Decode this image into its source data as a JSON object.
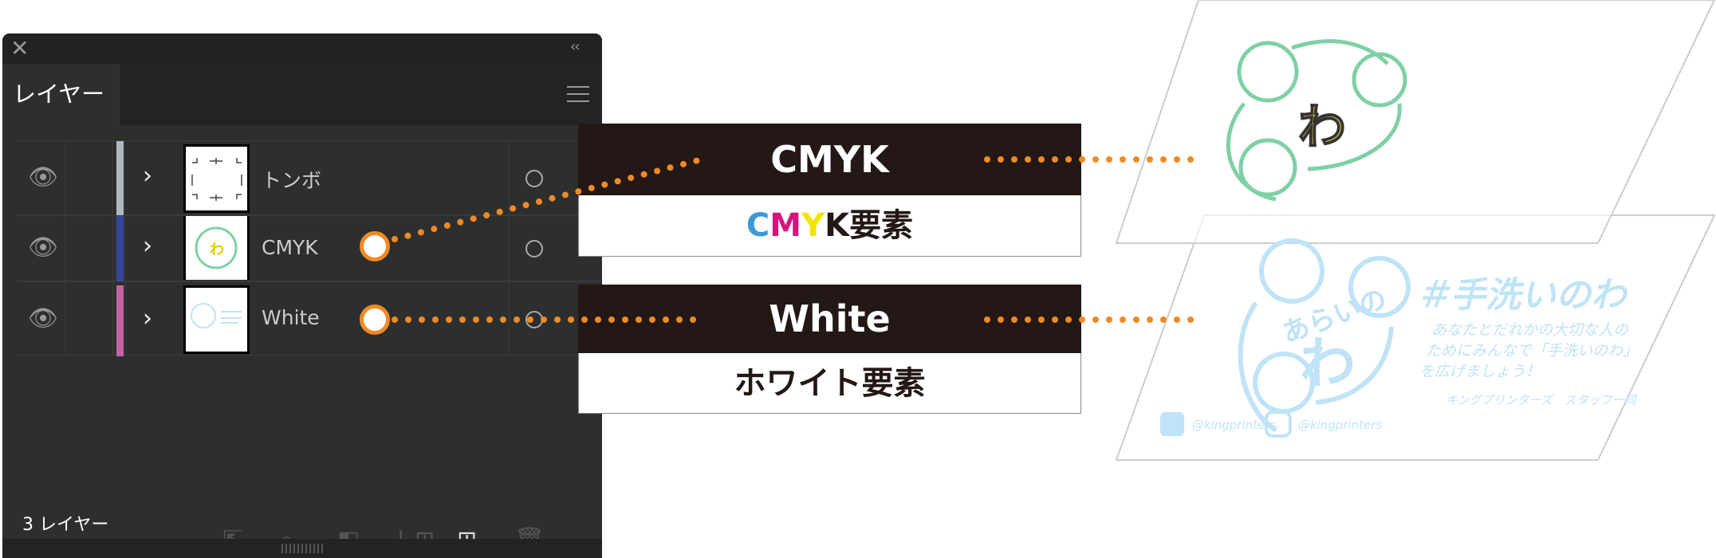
{
  "panel": {
    "tab_label": "レイヤー",
    "footer_count": "3 レイヤー",
    "layers": [
      {
        "name": "トンボ",
        "color": "#b1b8c3"
      },
      {
        "name": "CMYK",
        "color": "#33479a"
      },
      {
        "name": "White",
        "color": "#c562a3"
      }
    ]
  },
  "labels": {
    "cmyk": {
      "title": "CMYK",
      "sub_c": "C",
      "sub_m": "M",
      "sub_y": "Y",
      "sub_k": "K",
      "sub_rest": "要素"
    },
    "white": {
      "title": "White",
      "sub": "ホワイト要素"
    }
  },
  "artwork": {
    "cmyk_glyph": "わ",
    "white": {
      "hashtag": "＃手洗いのわ",
      "line1": "あなたとだれかの大切な人の",
      "line2": "ためにみんなで「手洗いのわ」",
      "line3": "を広げましょう！",
      "credit": "キングプリンターズ　スタッフ一同",
      "logo_top": "あらいの",
      "logo_main": "わ",
      "twitter": "@kingprinters",
      "instagram": "@kingprinters"
    }
  },
  "colors": {
    "accent": "#f08a24",
    "cyan": "#3b9ad6",
    "magenta": "#d6147f",
    "yellow": "#f2e500"
  }
}
